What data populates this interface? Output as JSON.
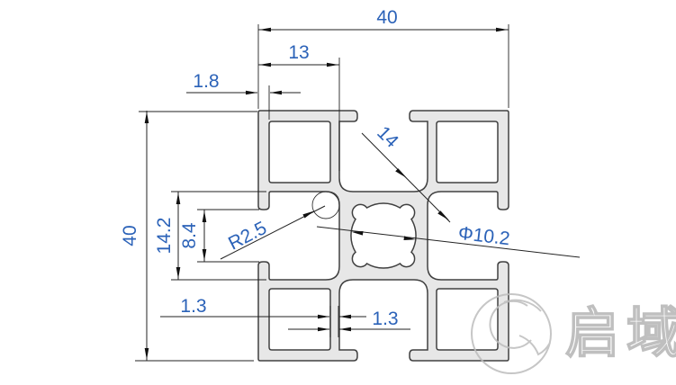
{
  "drawing": {
    "description": "aluminium extrusion profile cross-section with dimensions",
    "dims": {
      "overall_width": "40",
      "overall_height": "40",
      "slot_center_offset": "13",
      "face_wall_thickness": "1.8",
      "slot_channel_width": "14.2",
      "slot_opening_width": "8.4",
      "center_web_diagonal": "14",
      "corner_fillet_radius": "R2.5",
      "center_bore_diameter": "Φ10.2",
      "bottom_wall_thickness_1": "1.3",
      "bottom_wall_thickness_2": "1.3"
    },
    "colors": {
      "dim_text": "#2b62b8",
      "dim_line": "#222222",
      "profile_fill": "#e7e7e7",
      "profile_line": "#404040",
      "watermark": "#bdbdbd"
    },
    "watermark": {
      "brand_text": "启域",
      "logo": "q-swirl-logo"
    }
  }
}
